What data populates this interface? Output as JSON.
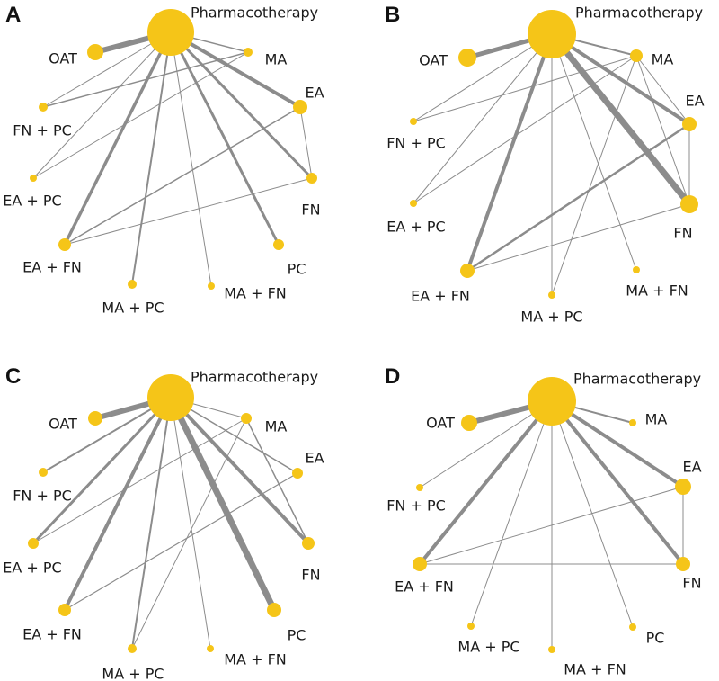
{
  "colors": {
    "node": "#F5C518",
    "edge": "#8C8C8C"
  },
  "panels": [
    {
      "letter": "A",
      "nodes": [
        {
          "id": "pharm",
          "label": "Pharmacotherapy"
        },
        {
          "id": "oat",
          "label": "OAT"
        },
        {
          "id": "ma",
          "label": "MA"
        },
        {
          "id": "ea",
          "label": "EA"
        },
        {
          "id": "fnpc",
          "label": "FN + PC"
        },
        {
          "id": "eapc",
          "label": "EA + PC"
        },
        {
          "id": "fn",
          "label": "FN"
        },
        {
          "id": "eafn",
          "label": "EA + FN"
        },
        {
          "id": "pc",
          "label": "PC"
        },
        {
          "id": "mapc",
          "label": "MA + PC"
        },
        {
          "id": "mafn",
          "label": "MA + FN"
        }
      ]
    },
    {
      "letter": "B",
      "nodes": [
        {
          "id": "pharm",
          "label": "Pharmacotherapy"
        },
        {
          "id": "oat",
          "label": "OAT"
        },
        {
          "id": "ma",
          "label": "MA"
        },
        {
          "id": "ea",
          "label": "EA"
        },
        {
          "id": "fnpc",
          "label": "FN + PC"
        },
        {
          "id": "eapc",
          "label": "EA + PC"
        },
        {
          "id": "fn",
          "label": "FN"
        },
        {
          "id": "eafn",
          "label": "EA + FN"
        },
        {
          "id": "mafn",
          "label": "MA + FN"
        },
        {
          "id": "mapc",
          "label": "MA + PC"
        }
      ]
    },
    {
      "letter": "C",
      "nodes": [
        {
          "id": "pharm",
          "label": "Pharmacotherapy"
        },
        {
          "id": "oat",
          "label": "OAT"
        },
        {
          "id": "ma",
          "label": "MA"
        },
        {
          "id": "ea",
          "label": "EA"
        },
        {
          "id": "fnpc",
          "label": "FN + PC"
        },
        {
          "id": "eapc",
          "label": "EA + PC"
        },
        {
          "id": "fn",
          "label": "FN"
        },
        {
          "id": "eafn",
          "label": "EA + FN"
        },
        {
          "id": "pc",
          "label": "PC"
        },
        {
          "id": "mapc",
          "label": "MA + PC"
        },
        {
          "id": "mafn",
          "label": "MA + FN"
        }
      ]
    },
    {
      "letter": "D",
      "nodes": [
        {
          "id": "pharm",
          "label": "Pharmacotherapy"
        },
        {
          "id": "oat",
          "label": "OAT"
        },
        {
          "id": "ma",
          "label": "MA"
        },
        {
          "id": "ea",
          "label": "EA"
        },
        {
          "id": "fnpc",
          "label": "FN + PC"
        },
        {
          "id": "eafn",
          "label": "EA + FN"
        },
        {
          "id": "fn",
          "label": "FN"
        },
        {
          "id": "mapc",
          "label": "MA + PC"
        },
        {
          "id": "pc",
          "label": "PC"
        },
        {
          "id": "mafn",
          "label": "MA + FN"
        }
      ]
    }
  ]
}
